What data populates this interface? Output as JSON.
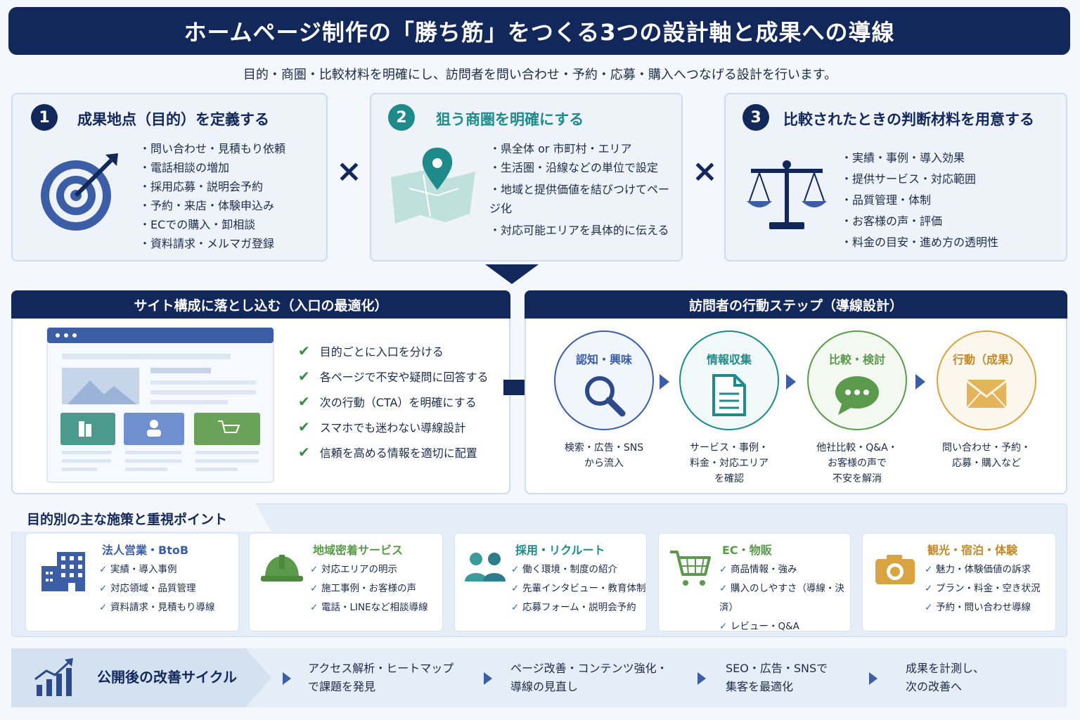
{
  "title": "ホームページ制作の「勝ち筋」をつくる3つの設計軸と成果への導線",
  "subtitle": "目的・商圏・比較材料を明確にし、訪問者を問い合わせ・予約・応募・購入へつなげる設計を行います。",
  "colors": {
    "navy": "#13285a",
    "teal": "#1f8a8a",
    "green": "#5b9a4c",
    "gold": "#d9a440",
    "blue": "#3b5ea7"
  },
  "pillars": [
    {
      "num": "1",
      "title": "成果地点（目的）を定義する",
      "icon": "target-icon",
      "items": [
        "問い合わせ・見積もり依頼",
        "電話相談の増加",
        "採用応募・説明会予約",
        "予約・来店・体験申込み",
        "ECでの購入・卸相談",
        "資料請求・メルマガ登録"
      ]
    },
    {
      "num": "2",
      "title": "狙う商圏を明確にする",
      "icon": "map-pin-icon",
      "items": [
        "県全体 or 市町村・エリア",
        "生活圏・沿線などの単位で設定",
        "地域と提供価値を結びつけてページ化",
        "対応可能エリアを具体的に伝える"
      ]
    },
    {
      "num": "3",
      "title": "比較されたときの判断材料を用意する",
      "icon": "scale-icon",
      "items": [
        "実績・事例・導入効果",
        "提供サービス・対応範囲",
        "品質管理・体制",
        "お客様の声・評価",
        "料金の目安・進め方の透明性"
      ]
    }
  ],
  "times": "×",
  "site": {
    "heading": "サイト構成に落とし込む（入口の最適化）",
    "checks": [
      "目的ごとに入口を分ける",
      "各ページで不安や疑問に回答する",
      "次の行動（CTA）を明確にする",
      "スマホでも迷わない導線設計",
      "信頼を高める情報を適切に配置"
    ]
  },
  "flow": {
    "heading": "訪問者の行動ステップ（導線設計）",
    "steps": [
      {
        "name": "認知・興味",
        "icon": "search-icon",
        "desc": "検索・広告・SNS\nから流入",
        "color": "#3b5ea7"
      },
      {
        "name": "情報収集",
        "icon": "document-icon",
        "desc": "サービス・事例・\n料金・対応エリア\nを確認",
        "color": "#1f8a8a"
      },
      {
        "name": "比較・検討",
        "icon": "chat-icon",
        "desc": "他社比較・Q&A・\nお客様の声で\n不安を解消",
        "color": "#5b9a4c"
      },
      {
        "name": "行動（成果）",
        "icon": "mail-icon",
        "desc": "問い合わせ・予約・\n応募・購入など",
        "color": "#d9a440"
      }
    ]
  },
  "targets": {
    "heading": "目的別の主な施策と重視ポイント",
    "cards": [
      {
        "name": "法人営業・BtoB",
        "icon": "building-icon",
        "color": "#3b5ea7",
        "items": [
          "実績・導入事例",
          "対応領域・品質管理",
          "資料請求・見積もり導線"
        ]
      },
      {
        "name": "地域密着サービス",
        "icon": "helmet-icon",
        "color": "#5b9a4c",
        "items": [
          "対応エリアの明示",
          "施工事例・お客様の声",
          "電話・LINEなど相談導線"
        ]
      },
      {
        "name": "採用・リクルート",
        "icon": "people-icon",
        "color": "#1f8a8a",
        "items": [
          "働く環境・制度の紹介",
          "先輩インタビュー・教育体制",
          "応募フォーム・説明会予約"
        ]
      },
      {
        "name": "EC・物販",
        "icon": "cart-icon",
        "color": "#5b9a4c",
        "items": [
          "商品情報・強み",
          "購入のしやすさ（導線・決済）",
          "レビュー・Q&A"
        ]
      },
      {
        "name": "観光・宿泊・体験",
        "icon": "camera-icon",
        "color": "#d9a440",
        "items": [
          "魅力・体験価値の訴求",
          "プラン・料金・空き状況",
          "予約・問い合わせ導線"
        ]
      }
    ]
  },
  "cycle": {
    "heading": "公開後の改善サイクル",
    "steps": [
      "アクセス解析・ヒートマップ\nで課題を発見",
      "ページ改善・コンテンツ強化・\n導線の見直し",
      "SEO・広告・SNSで\n集客を最適化",
      "成果を計測し、\n次の改善へ"
    ]
  }
}
